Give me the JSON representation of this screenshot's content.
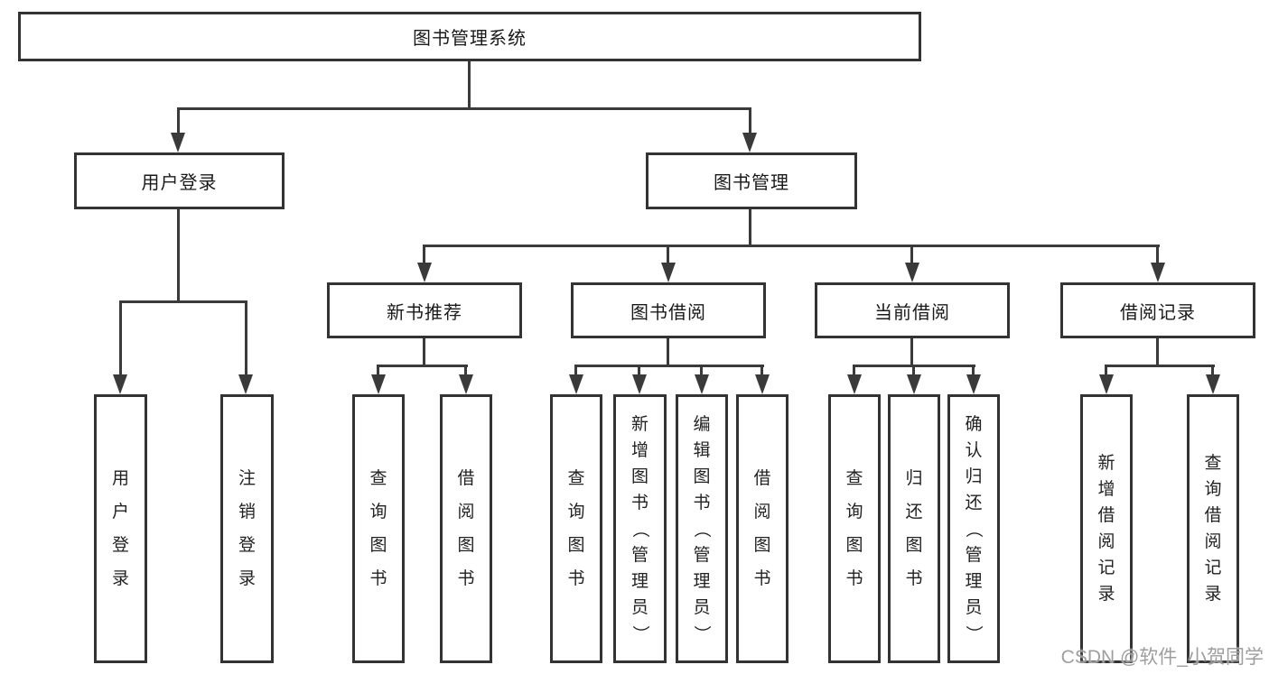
{
  "nodes": {
    "root": "图书管理系统",
    "user_login": "用户登录",
    "book_mgmt": "图书管理",
    "new_book_rec": "新书推荐",
    "book_borrow": "图书借阅",
    "current_borrow": "当前借阅",
    "borrow_record": "借阅记录"
  },
  "leaves": {
    "user_login": [
      "用户登录",
      "注销登录"
    ],
    "new_book_rec": [
      "查询图书",
      "借阅图书"
    ],
    "book_borrow": [
      "查询图书",
      "新增图书（管理员）",
      "编辑图书（管理员）",
      "借阅图书"
    ],
    "current_borrow": [
      "查询图书",
      "归还图书",
      "确认归还（管理员）"
    ],
    "borrow_record": [
      "新增借阅记录",
      "查询借阅记录"
    ]
  },
  "watermark": "CSDN @软件_小贺同学",
  "colors": {
    "line": "#3a3a3a",
    "box_border": "#333333",
    "box_bg": "#ffffff",
    "text": "#1a1a1a",
    "watermark": "#9e9e9e"
  }
}
